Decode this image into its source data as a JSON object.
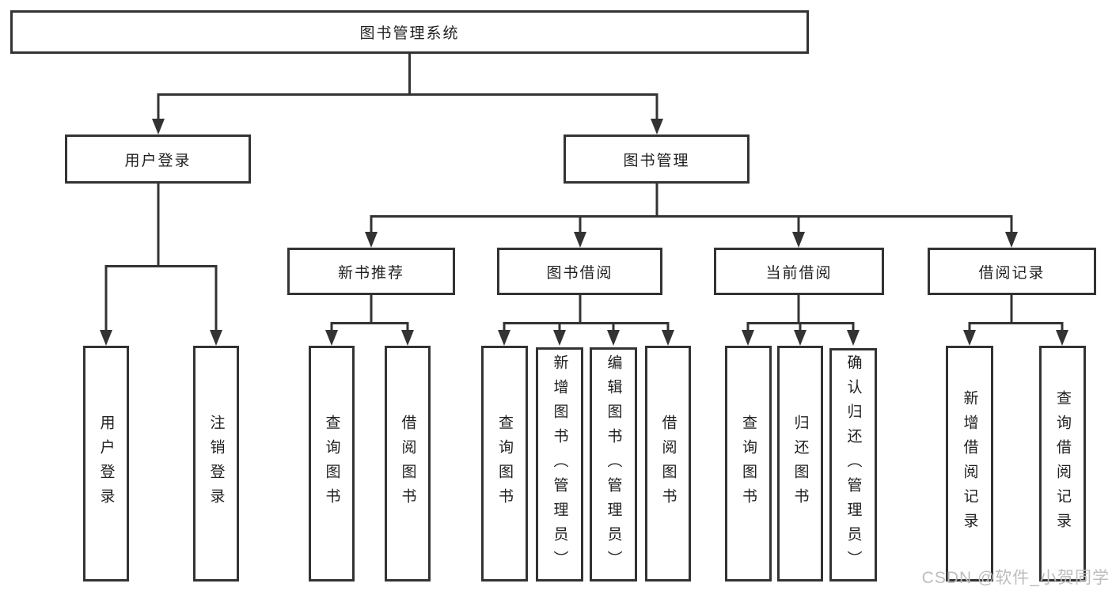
{
  "tree": {
    "label": "图书管理系统",
    "children": [
      {
        "label": "用户登录",
        "children": [
          {
            "label": "用户登录"
          },
          {
            "label": "注销登录"
          }
        ]
      },
      {
        "label": "图书管理",
        "children": [
          {
            "label": "新书推荐",
            "children": [
              {
                "label": "查询图书"
              },
              {
                "label": "借阅图书"
              }
            ]
          },
          {
            "label": "图书借阅",
            "children": [
              {
                "label": "查询图书"
              },
              {
                "label": "新增图书（管理员）"
              },
              {
                "label": "编辑图书（管理员）"
              },
              {
                "label": "借阅图书"
              }
            ]
          },
          {
            "label": "当前借阅",
            "children": [
              {
                "label": "查询图书"
              },
              {
                "label": "归还图书"
              },
              {
                "label": "确认归还（管理员）"
              }
            ]
          },
          {
            "label": "借阅记录",
            "children": [
              {
                "label": "新增借阅记录"
              },
              {
                "label": "查询借阅记录"
              }
            ]
          }
        ]
      }
    ]
  },
  "watermark": {
    "text": "CSDN @软件_小贺同学"
  },
  "colors": {
    "line": "#333333",
    "box_border": "#333333",
    "text": "#1f1f1f",
    "watermark": "#bdbdbd",
    "background": "#ffffff"
  }
}
